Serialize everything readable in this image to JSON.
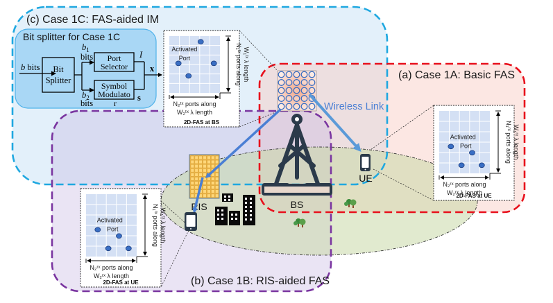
{
  "regions": {
    "case_c": {
      "label": "(c) Case 1C: FAS-aided IM",
      "border_color": "#1fa8e0",
      "fill": "#e3f0fa"
    },
    "case_a": {
      "label": "(a) Case 1A: Basic FAS",
      "border_color": "#e8101c",
      "fill": "#fde6e2"
    },
    "case_b": {
      "label": "(b) Case 1B: RIS-aided FAS",
      "border_color": "#7a35a0",
      "fill": "#ede6f4"
    }
  },
  "bit_splitter": {
    "title": "Bit splitter for Case 1C",
    "input_label_var": "b",
    "input_label_unit": "bits",
    "splitter_line1": "Bit",
    "splitter_line2": "Splitter",
    "b1_var": "b",
    "b1_sub": "1",
    "b1_unit": "bits",
    "b2_var": "b",
    "b2_sub": "2",
    "b2_unit": "bits",
    "port_selector_line1": "Port",
    "port_selector_line2": "Selector",
    "symbol_mod_line1": "Symbol",
    "symbol_mod_line2": "Modulato",
    "symbol_mod_line3": "r",
    "out_I": "I",
    "out_s": "s",
    "out_x": "x"
  },
  "fas_panels": {
    "bs": {
      "caption": "2D-FAS at BS",
      "activated_line1": "Activated",
      "activated_line2": "Port",
      "horiz_line1": "N₂ᵗˣ ports along",
      "horiz_line2": "W₂ᵗˣ λ length",
      "vert_line1": "N₁ᵗˣ ports along",
      "vert_line2": "W₁ᵗˣ λ length"
    },
    "ue_a": {
      "caption": "2D-FAS at UE",
      "activated_line1": "Activated",
      "activated_line2": "Port",
      "horiz_line1": "N₂ʳˣ ports along",
      "horiz_line2": "W₂ʳˣ λ length",
      "vert_line1": "N₁ʳˣ ports along",
      "vert_line2": "W₁ʳˣ λ length"
    },
    "ue_b": {
      "caption": "2D-FAS at UE",
      "activated_line1": "Activated",
      "activated_line2": "Port",
      "horiz_line1": "N₂ʳˣ ports along",
      "horiz_line2": "W₂ʳˣ λ length",
      "vert_line1": "N₁ʳˣ ports along",
      "vert_line2": "W₁ʳˣ λ length"
    }
  },
  "scene": {
    "wireless_link_label": "Wireless Link",
    "bs_label": "BS",
    "ue_label": "UE",
    "ris_label": "RIS",
    "link_color": "#4a7fd4",
    "link_color_ue": "#5b9ad8",
    "ground_fill": "#dfe6c9",
    "tower_color": "#2b3a4a"
  },
  "icons": [
    "base-station-tower-icon",
    "antenna-array-icon",
    "smartphone-icon",
    "ris-panel-icon",
    "buildings-icon",
    "trees-icon"
  ]
}
